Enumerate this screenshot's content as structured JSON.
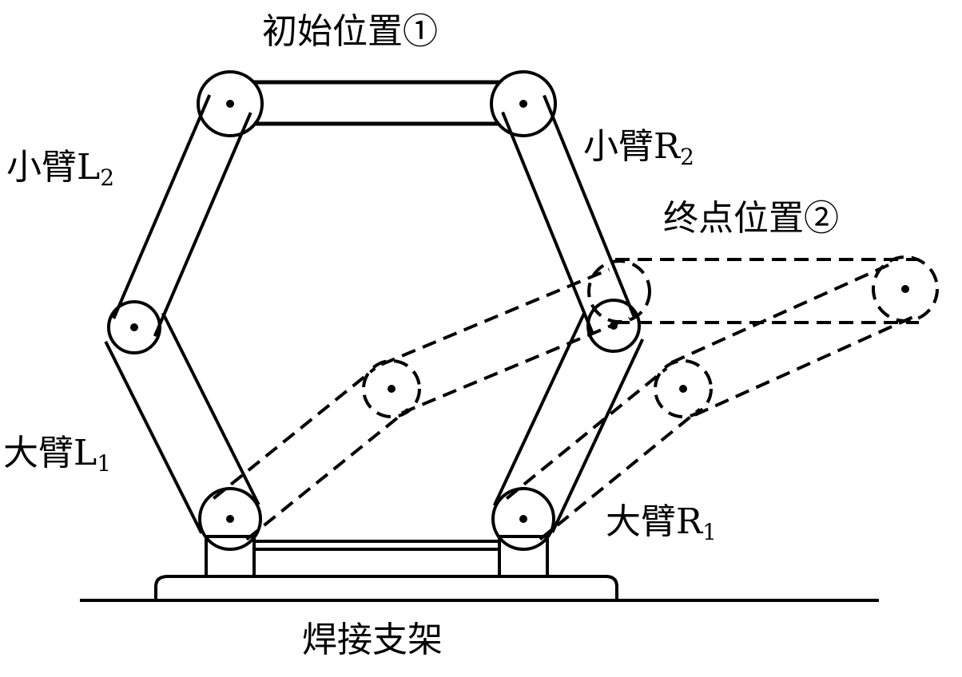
{
  "labels": {
    "initial_position": "初始位置①",
    "end_position": "终点位置②",
    "forearm_left": "小臂L",
    "forearm_left_sub": "2",
    "forearm_right": "小臂R",
    "forearm_right_sub": "2",
    "upper_arm_left": "大臂L",
    "upper_arm_left_sub": "1",
    "upper_arm_right": "大臂R",
    "upper_arm_right_sub": "1",
    "welding_bracket": "焊接支架"
  }
}
